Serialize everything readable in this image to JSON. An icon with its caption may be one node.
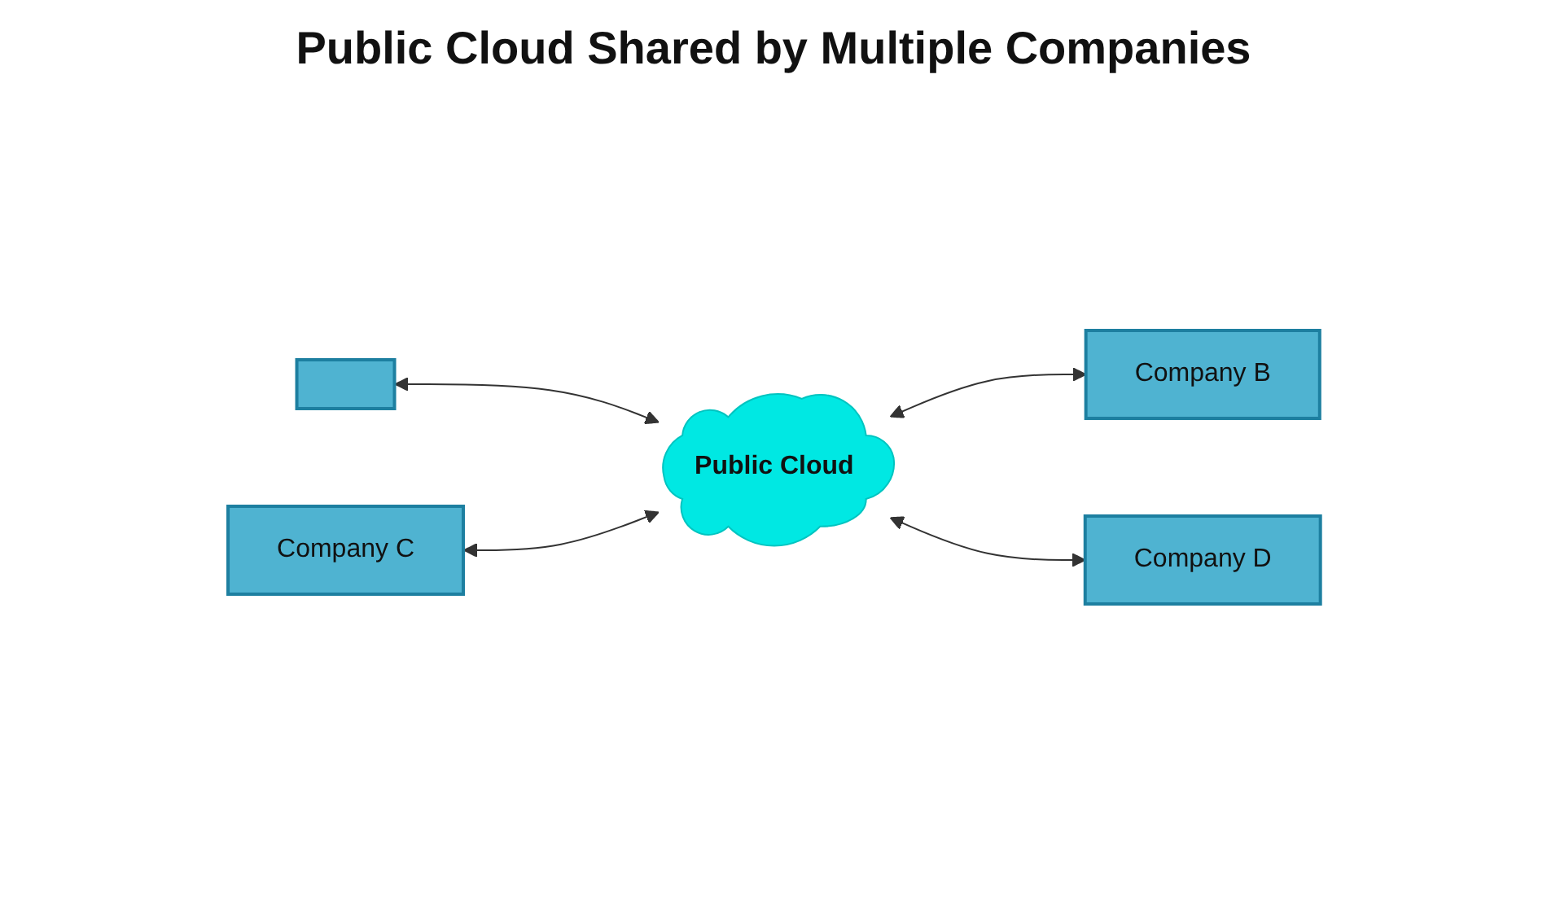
{
  "diagram": {
    "title": "Public Cloud Shared by Multiple Companies",
    "nodes": [
      {
        "text": [],
        "shape": "box"
      },
      {
        "text": [
          "Public Cloud"
        ]
      },
      {
        "text": [
          "Company B"
        ]
      },
      {
        "text": [
          "Company C"
        ]
      },
      {
        "text": [
          "Company D"
        ]
      }
    ],
    "edges": [
      {
        "from": 0,
        "to": 1,
        "arrow": "both"
      },
      {
        "from": 1,
        "to": 2,
        "arrow": "both"
      },
      {
        "from": 3,
        "to": 1,
        "arrow": "both"
      },
      {
        "from": 1,
        "to": 4,
        "arrow": "both"
      }
    ]
  }
}
